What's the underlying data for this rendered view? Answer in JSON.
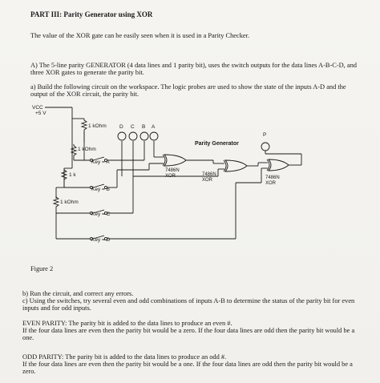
{
  "heading": "PART III: Parity Generator using XOR",
  "intro": "The value of the XOR gate can be easily seen when it is used in a Parity Checker.",
  "section_a": {
    "line1": "A) The 5-line parity GENERATOR (4 data lines and 1 parity bit), uses the switch outputs for the data lines A-B-C-D, and",
    "line2": "three XOR gates to generate the parity bit."
  },
  "step_a": {
    "line1": "a) Build the following circuit on the workspace. The logic probes are used to show the state of the inputs A-D and the",
    "line2": "output of the XOR circuit, the parity bit."
  },
  "circuit": {
    "vcc_label": "VCC",
    "vcc_value": "+5 V",
    "resistors": [
      "1 kOhm",
      "1 kOhm",
      "1 k",
      "1 kOhm"
    ],
    "probe_labels": [
      "D",
      "C",
      "B",
      "A"
    ],
    "switch_labels": [
      "Key = A",
      "Key = B",
      "Key = C",
      "Key = D"
    ],
    "gate_labels": [
      "7486N\nXOR",
      "7486N\nXOR",
      "7486N\nXOR"
    ],
    "title": "Parity Generator",
    "output_probe_label": "P"
  },
  "figure_caption": "Figure 2",
  "step_b": "b) Run the circuit, and correct any errors.",
  "step_c": {
    "line1": "c) Using the switches, try several even and odd combinations of inputs A-B to determine the status of the parity bit for even",
    "line2": "inputs and for odd inputs."
  },
  "even_parity": {
    "line1": "EVEN PARITY: The parity bit is added to the data lines to produce an even #.",
    "line2": "If the four data lines are even then the parity bit would be a zero. If the four data lines are odd then the parity bit would be a",
    "line3": "one."
  },
  "odd_parity": {
    "line1": "ODD PARITY: The parity bit is added to the data lines to produce an odd #.",
    "line2": "If the four data lines are even then the parity bit would be a one. If the four data lines are odd then the parity bit would be a",
    "line3": "zero."
  }
}
